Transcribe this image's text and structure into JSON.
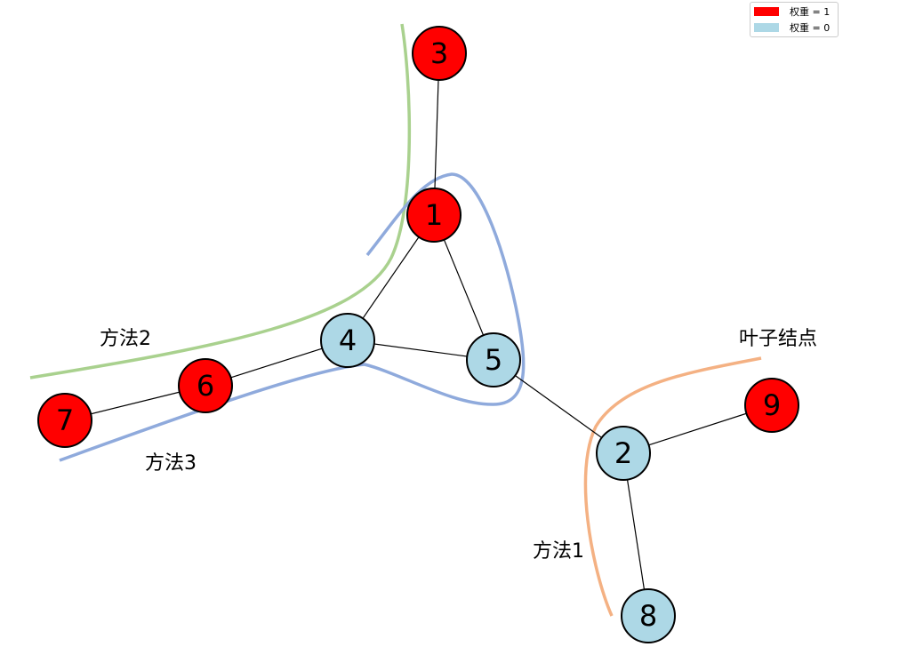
{
  "colors": {
    "weight_1": "#ff0000",
    "weight_0": "#add8e6",
    "method1_curve": "#f4b183",
    "method2_curve": "#a9d18e",
    "method3_curve": "#8faadc"
  },
  "legend": [
    {
      "label": "权重 = 1",
      "color": "#ff0000"
    },
    {
      "label": "权重 = 0",
      "color": "#add8e6"
    }
  ],
  "nodes": [
    {
      "id": "1",
      "label": "1",
      "weight": 1
    },
    {
      "id": "2",
      "label": "2",
      "weight": 0
    },
    {
      "id": "3",
      "label": "3",
      "weight": 1
    },
    {
      "id": "4",
      "label": "4",
      "weight": 0
    },
    {
      "id": "5",
      "label": "5",
      "weight": 0
    },
    {
      "id": "6",
      "label": "6",
      "weight": 1
    },
    {
      "id": "7",
      "label": "7",
      "weight": 1
    },
    {
      "id": "8",
      "label": "8",
      "weight": 0
    },
    {
      "id": "9",
      "label": "9",
      "weight": 1
    }
  ],
  "edges": [
    [
      "3",
      "1"
    ],
    [
      "1",
      "4"
    ],
    [
      "1",
      "5"
    ],
    [
      "4",
      "5"
    ],
    [
      "4",
      "6"
    ],
    [
      "6",
      "7"
    ],
    [
      "5",
      "2"
    ],
    [
      "2",
      "9"
    ],
    [
      "2",
      "8"
    ]
  ],
  "annotations": {
    "method1": "方法1",
    "method2": "方法2",
    "method3": "方法3",
    "leaf_nodes": "叶子结点"
  }
}
